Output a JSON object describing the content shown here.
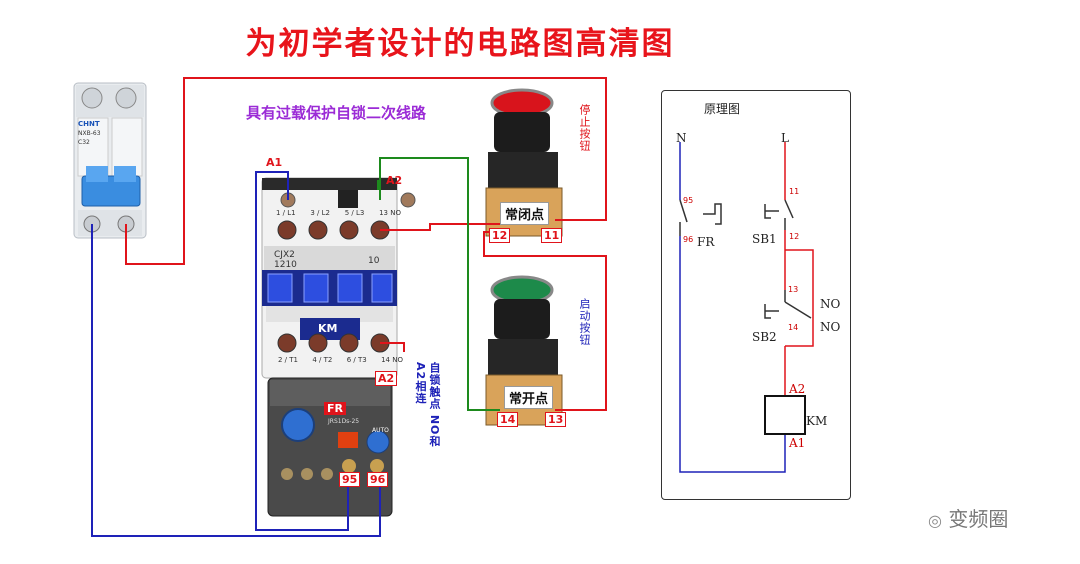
{
  "title": "为初学者设计的电路图高清图",
  "subtitle": "具有过载保护自锁二次线路",
  "breaker": {
    "brand": "CHNT",
    "model": "NXB-63",
    "rating": "C32"
  },
  "contactor": {
    "model": "CJX2",
    "model2": "1210",
    "code": "10",
    "name": "KM",
    "top_terminals": [
      "1 / L1",
      "3 / L2",
      "5 / L3",
      "13 NO"
    ],
    "bottom_terminals": [
      "2 / T1",
      "4 / T2",
      "6 / T3",
      "14 NO"
    ],
    "label_a1": "A1",
    "label_a2_top": "A2",
    "label_a2_bottom": "A2"
  },
  "self_lock_note": {
    "line1": "自锁触点",
    "line2": "NO和A2相连"
  },
  "relay": {
    "name": "FR",
    "model": "JRS1Ds-25",
    "auto": "AUTO",
    "t95": "95",
    "t96": "96"
  },
  "stop_button": {
    "label": "停止按钮",
    "tag": "常闭点",
    "left_num": "12",
    "right_num": "11",
    "color": "#d8141c"
  },
  "start_button": {
    "label": "启动按钮",
    "tag": "常开点",
    "left_num": "14",
    "right_num": "13",
    "color": "#1d8a4a"
  },
  "schematic": {
    "title": "原理图",
    "n": "N",
    "l": "L",
    "fr_label": "FR",
    "fr_95": "95",
    "fr_96": "96",
    "sb1": "SB1",
    "sb1_11": "11",
    "sb1_12": "12",
    "sb2": "SB2",
    "sb2_13": "13",
    "sb2_14": "14",
    "no1": "NO",
    "no2": "NO",
    "coil_a2": "A2",
    "coil_label": "KM",
    "coil_a1": "A1"
  },
  "watermark": "变频圈",
  "colors": {
    "red_wire": "#e0141b",
    "blue_wire": "#1e22b8",
    "green_wire": "#1d8a1d",
    "schematic_line": "#e0141b",
    "schematic_n": "#1e22b8"
  }
}
